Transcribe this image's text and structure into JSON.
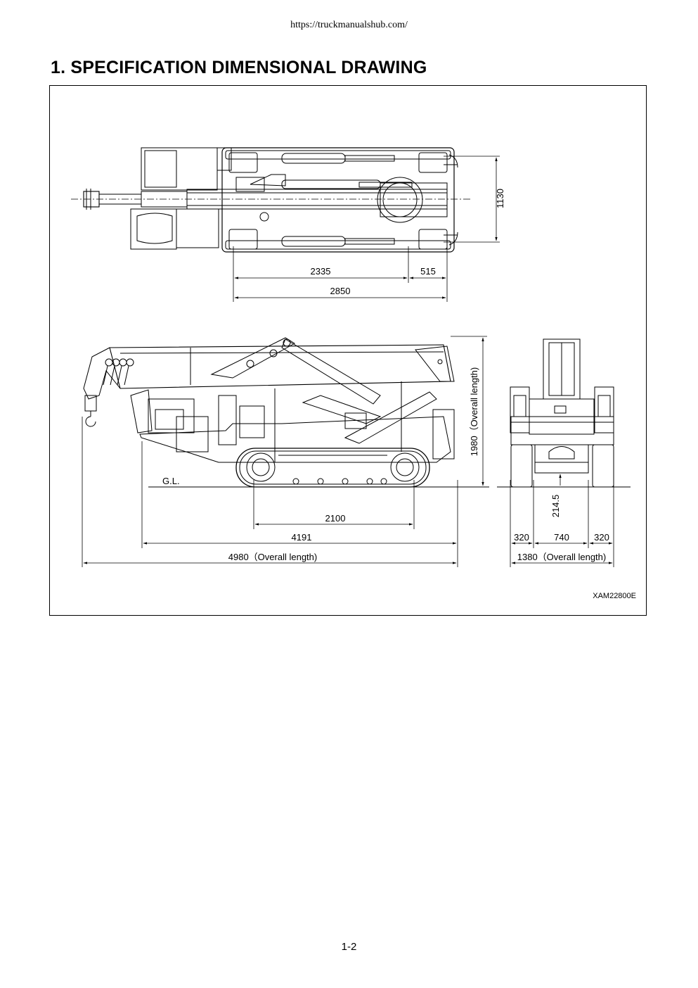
{
  "header": {
    "url": "https://truckmanualshub.com/"
  },
  "section": {
    "title": "1. SPECIFICATION DIMENSIONAL DRAWING"
  },
  "drawing": {
    "top_view": {
      "width_dim": "1130",
      "dim_a": "2335",
      "dim_b": "515",
      "dim_total": "2850"
    },
    "side_view": {
      "ground_label": "G.L.",
      "height_dim": "1980（Overall length)",
      "track_dim": "2100",
      "body_dim": "4191",
      "overall_dim": "4980（Overall length)"
    },
    "front_view": {
      "clearance_dim": "214.5",
      "left_dim": "320",
      "center_dim": "740",
      "right_dim": "320",
      "overall_dim": "1380（Overall length)"
    },
    "code": "XAM22800E"
  },
  "footer": {
    "page": "1-2"
  }
}
